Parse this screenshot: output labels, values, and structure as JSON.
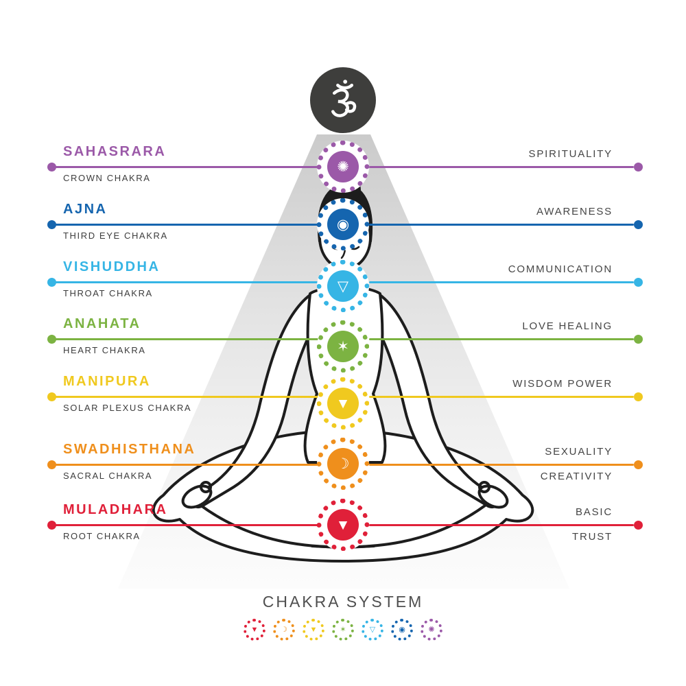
{
  "om_symbol": "ॐ",
  "footer": {
    "title": "CHAKRA SYSTEM"
  },
  "chakras": [
    {
      "name": "SAHASRARA",
      "subtitle": "CROWN CHAKRA",
      "attributes": [
        "SPIRITUALITY"
      ],
      "color": "#9b59a8",
      "symbol": "✺"
    },
    {
      "name": "AJNA",
      "subtitle": "THIRD EYE CHAKRA",
      "attributes": [
        "AWARENESS"
      ],
      "color": "#1565af",
      "symbol": "◉"
    },
    {
      "name": "VISHUDDHA",
      "subtitle": "THROAT CHAKRA",
      "attributes": [
        "COMMUNICATION"
      ],
      "color": "#36b5e5",
      "symbol": "▽"
    },
    {
      "name": "ANAHATA",
      "subtitle": "HEART CHAKRA",
      "attributes": [
        "LOVE HEALING"
      ],
      "color": "#7cb342",
      "symbol": "✶"
    },
    {
      "name": "MANIPURA",
      "subtitle": "SOLAR PLEXUS CHAKRA",
      "attributes": [
        "WISDOM POWER"
      ],
      "color": "#f0c91f",
      "symbol": "▼"
    },
    {
      "name": "SWADHISTHANA",
      "subtitle": "SACRAL CHAKRA",
      "attributes": [
        "SEXUALITY",
        "CREATIVITY"
      ],
      "color": "#ef8f1c",
      "symbol": "☽"
    },
    {
      "name": "MULADHARA",
      "subtitle": "ROOT  CHAKRA",
      "attributes": [
        "BASIC",
        "TRUST"
      ],
      "color": "#e02039",
      "symbol": "▼"
    }
  ]
}
